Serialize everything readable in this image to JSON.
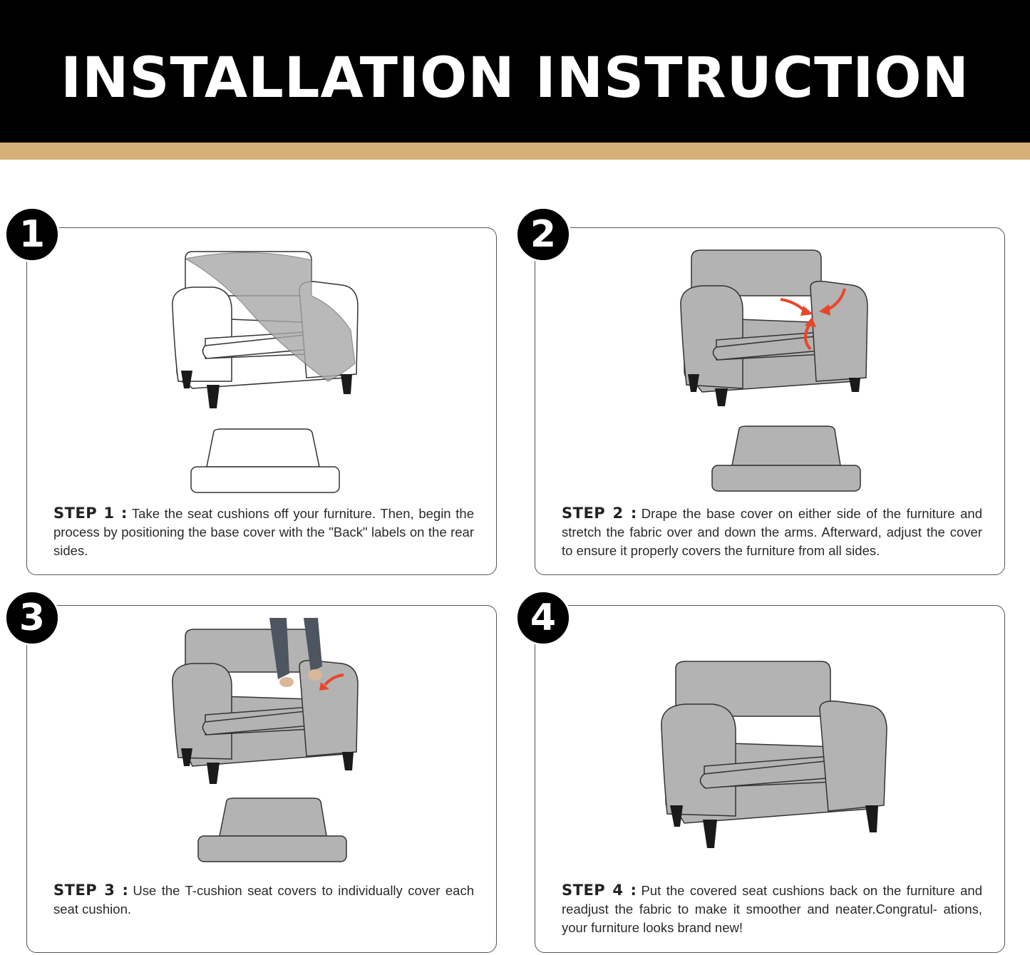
{
  "header": {
    "title": "INSTALLATION INSTRUCTION"
  },
  "colors": {
    "header_bg": "#000000",
    "accent_stripe": "#d6ae78",
    "cover_gray": "#b3b3b3",
    "arrow_red": "#e8462a"
  },
  "steps": [
    {
      "number": "1",
      "label": "STEP 1 :",
      "text": "Take the seat cushions off your furniture. Then, begin the process by positioning the base cover with the \"Back\" labels on the rear sides."
    },
    {
      "number": "2",
      "label": "STEP 2 :",
      "text": "Drape the base cover on either side of the furniture and stretch the fabric over and down the arms.  Afterward, adjust the cover to ensure it properly covers the furniture from all sides."
    },
    {
      "number": "3",
      "label": "STEP 3 :",
      "text": "Use the T-cushion seat covers to individually cover each seat cushion."
    },
    {
      "number": "4",
      "label": "STEP 4 :",
      "text": "Put the covered seat cushions back on the furniture and readjust the fabric to make it smoother and neater.Congratul- ations, your furniture looks brand new!"
    }
  ]
}
